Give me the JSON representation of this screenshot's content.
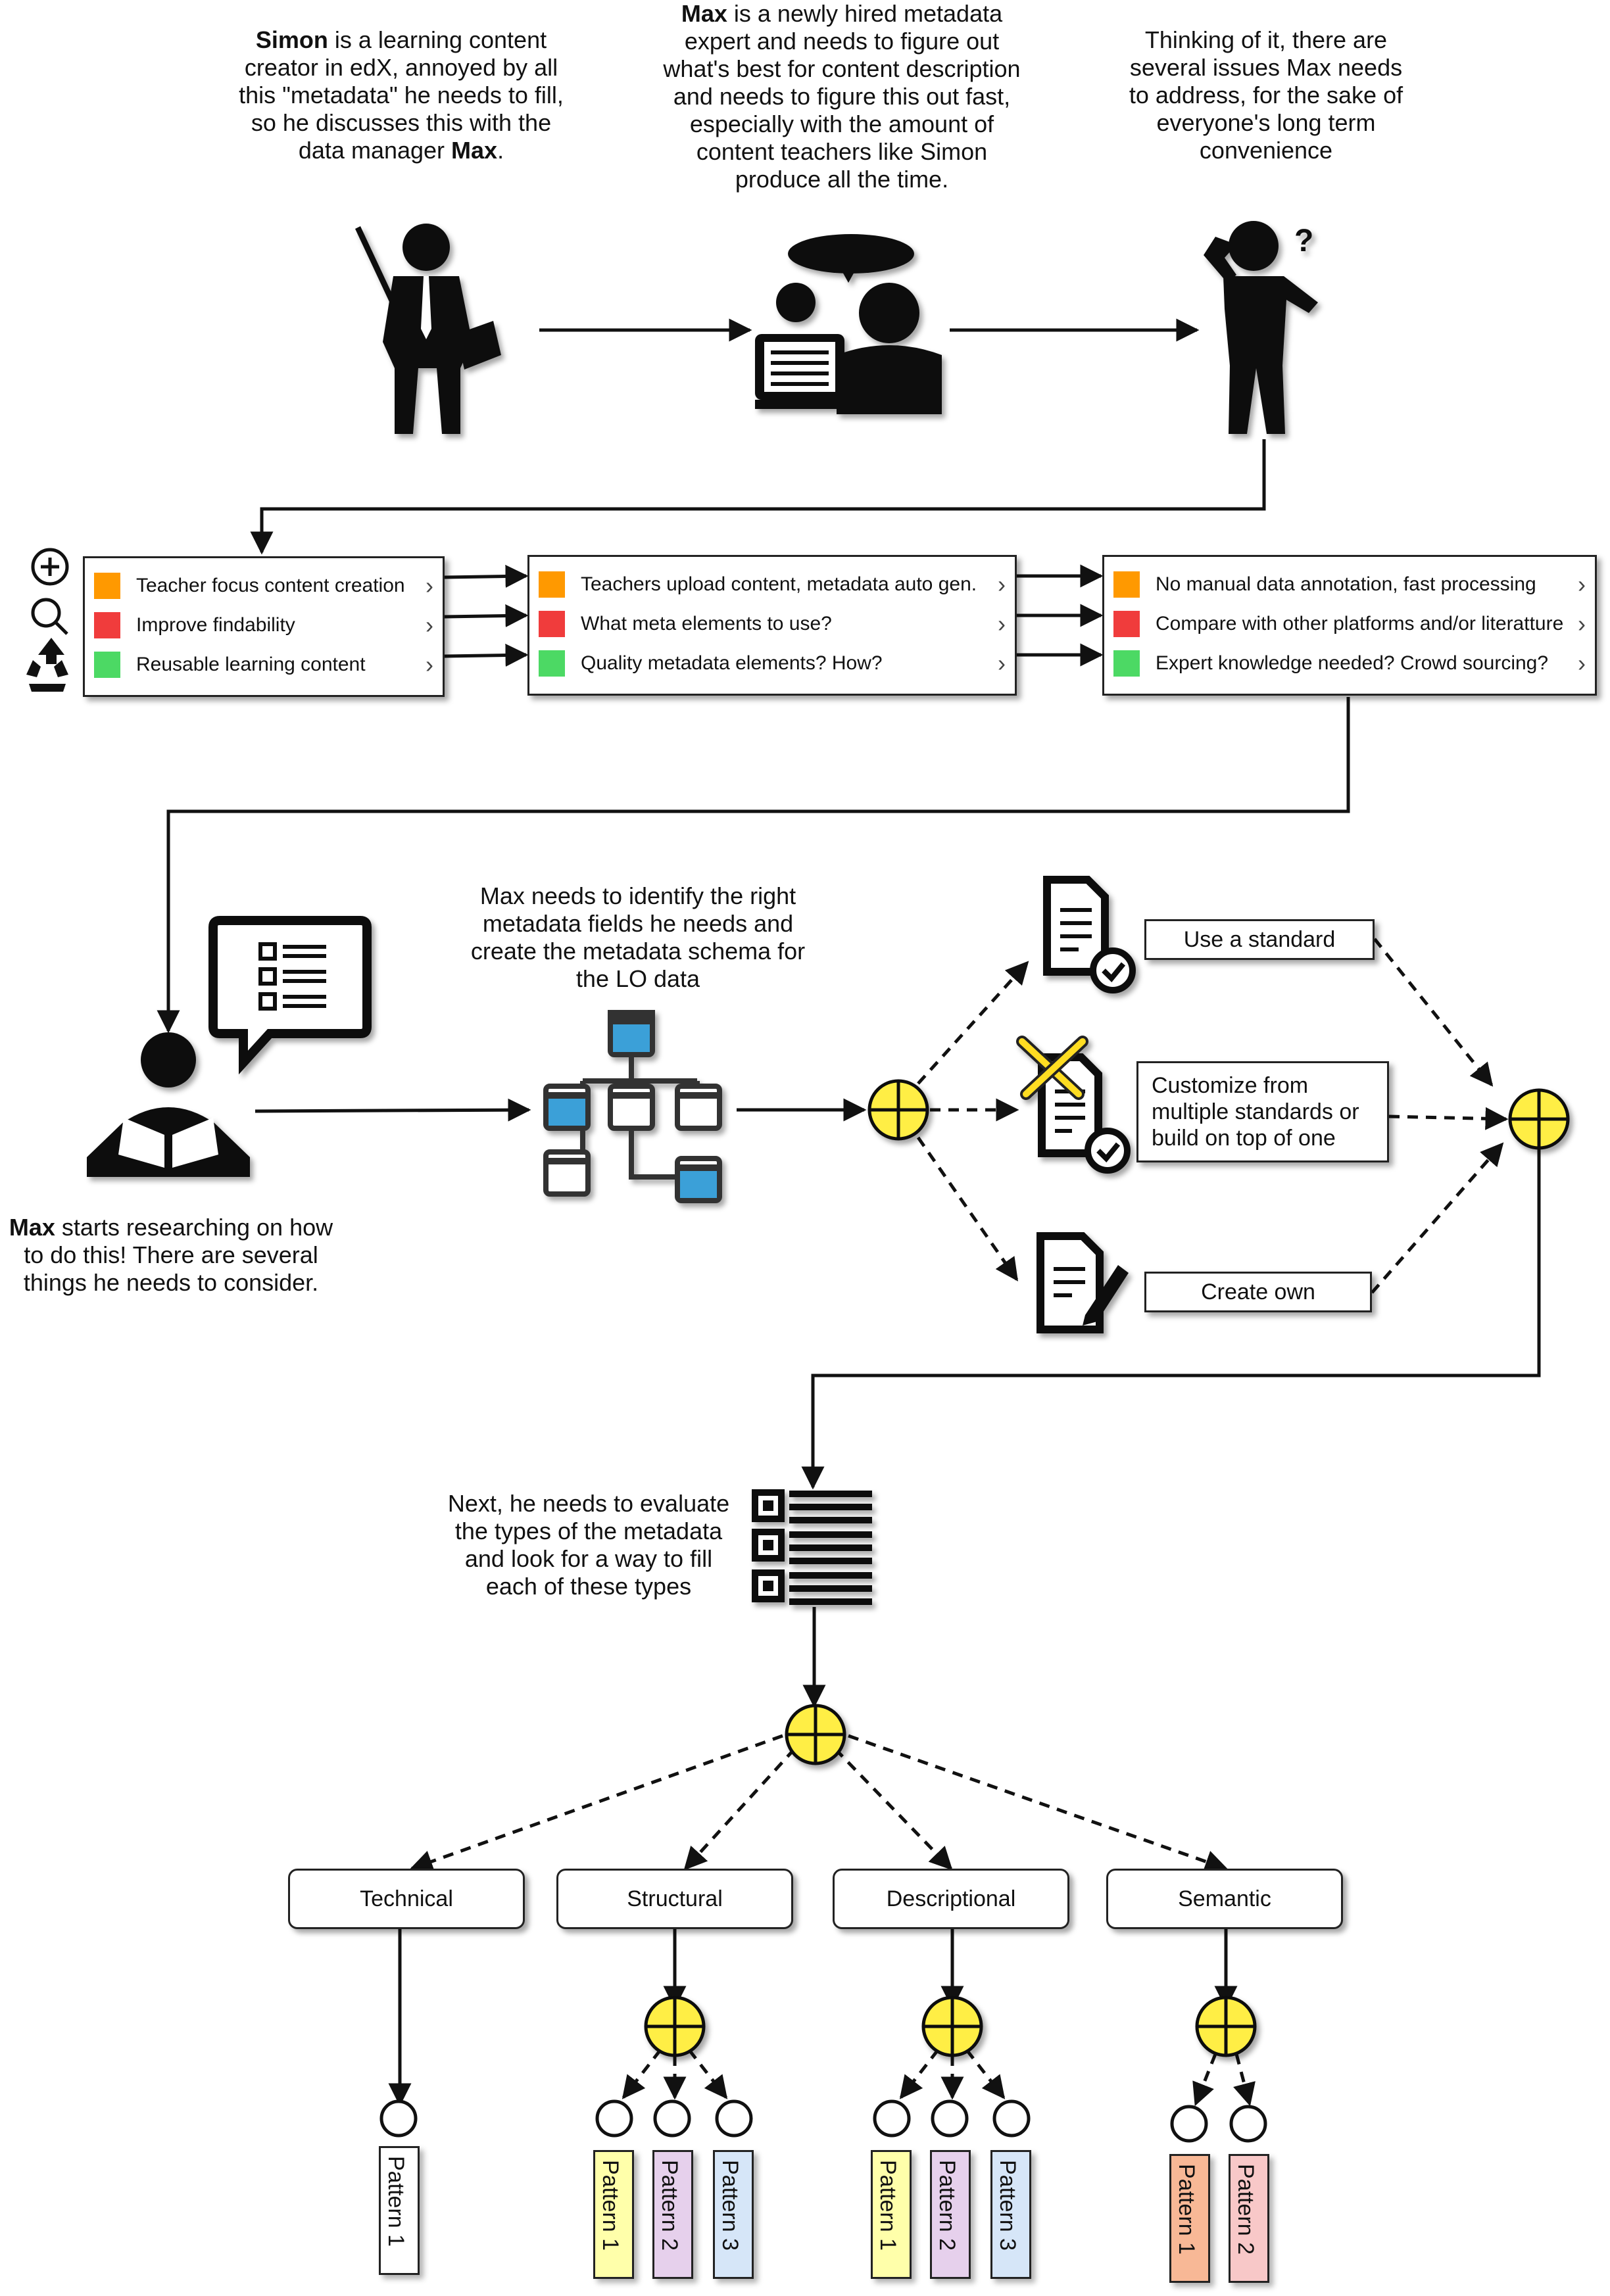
{
  "story": {
    "simon": {
      "name": "Simon",
      "text": " is a learning content creator in edX, annoyed by all this \"metadata\" he needs to fill, so he discusses this with the data manager ",
      "max": "Max",
      "end": "."
    },
    "max_hired": {
      "name": "Max",
      "text": " is a newly hired metadata expert and needs to figure out what's best for content description and needs to figure this out fast, especially with the amount of content teachers like Simon produce all the time."
    },
    "thinking": {
      "text": "Thinking of it, there are several issues Max needs to address, for the sake of everyone's long term convenience"
    },
    "research": {
      "name": "Max",
      "text": " starts researching on how to do this! There are several things he needs to consider."
    },
    "schema": {
      "text": "Max needs to identify the right metadata fields he needs and create the metadata schema for the LO data"
    },
    "evaluate": {
      "text": "Next, he needs to evaluate the types of the metadata and look for a way to fill each of these types"
    }
  },
  "colors": {
    "orange": "#ff9900",
    "red": "#f03c3c",
    "green": "#4cd964",
    "gateway": "#ffee44",
    "yellow": "#ffffaa",
    "purple": "#e6d0ec",
    "blue": "#d6e6f8",
    "salmon": "#f8b896",
    "pink": "#f8c8c8",
    "schema_blue": "#3aa0d8"
  },
  "goal_icons": [
    "add-icon",
    "magnifier-icon",
    "recycle-icon"
  ],
  "issues": [
    {
      "items": [
        {
          "color": "orange",
          "label": "Teacher focus content creation"
        },
        {
          "color": "red",
          "label": "Improve findability"
        },
        {
          "color": "green",
          "label": "Reusable learning content"
        }
      ]
    },
    {
      "items": [
        {
          "color": "orange",
          "label": "Teachers upload content, metadata auto gen."
        },
        {
          "color": "red",
          "label": "What meta elements to use?"
        },
        {
          "color": "green",
          "label": "Quality metadata elements? How?"
        }
      ]
    },
    {
      "items": [
        {
          "color": "orange",
          "label": "No manual data annotation, fast processing"
        },
        {
          "color": "red",
          "label": "Compare with other platforms and/or literatture"
        },
        {
          "color": "green",
          "label": "Expert knowledge needed? Crowd sourcing?"
        }
      ]
    }
  ],
  "options": {
    "standard": "Use a standard",
    "customize": "Customize from multiple standards or build on top of one",
    "own": "Create own"
  },
  "categories": [
    {
      "label": "Technical",
      "patterns": [
        {
          "label": "Pattern 1",
          "color": "white"
        }
      ]
    },
    {
      "label": "Structural",
      "patterns": [
        {
          "label": "Pattern 1",
          "color": "yellow"
        },
        {
          "label": "Pattern 2",
          "color": "purple"
        },
        {
          "label": "Pattern 3",
          "color": "blue"
        }
      ]
    },
    {
      "label": "Descriptional",
      "patterns": [
        {
          "label": "Pattern 1",
          "color": "yellow"
        },
        {
          "label": "Pattern 2",
          "color": "purple"
        },
        {
          "label": "Pattern 3",
          "color": "blue"
        }
      ]
    },
    {
      "label": "Semantic",
      "patterns": [
        {
          "label": "Pattern 1",
          "color": "salmon"
        },
        {
          "label": "Pattern 2",
          "color": "pink"
        }
      ]
    }
  ]
}
